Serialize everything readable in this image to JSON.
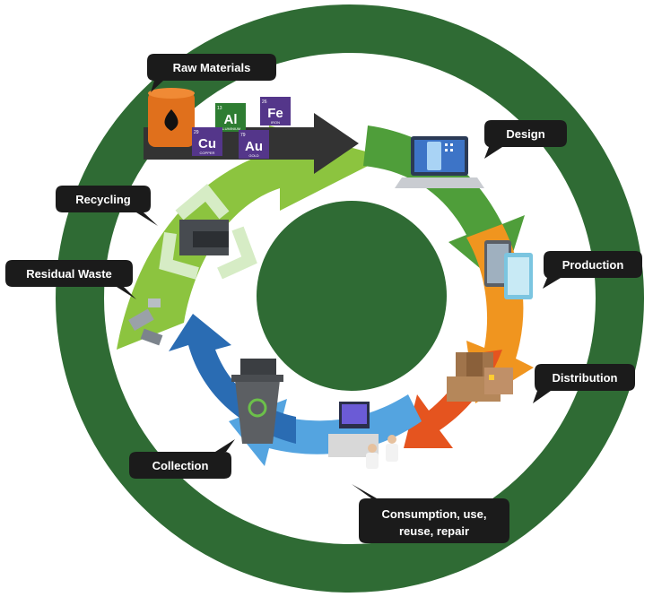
{
  "stages": {
    "raw_materials": "Raw Materials",
    "design": "Design",
    "production": "Production",
    "distribution": "Distribution",
    "consumption_line1": "Consumption, use,",
    "consumption_line2": "reuse, repair",
    "collection": "Collection",
    "residual_waste": "Residual Waste",
    "recycling": "Recycling"
  },
  "elements": {
    "al": "Al",
    "fe": "Fe",
    "cu": "Cu",
    "au": "Au",
    "al_sub": "ALUMINIUM",
    "fe_sub": "IRON",
    "cu_sub": "COPPER",
    "au_sub": "GOLD",
    "al_num": "13",
    "fe_num": "26",
    "cu_num": "29",
    "au_num": "79"
  },
  "colors": {
    "outer_ring": "#2f6b34",
    "center_disc": "#2f6b34",
    "arrow_light_green": "#8cc43f",
    "arrow_green": "#4f9e3a",
    "arrow_orange": "#f0951f",
    "arrow_red_orange": "#e5541f",
    "arrow_light_blue": "#54a4e0",
    "arrow_blue": "#2a6cb3",
    "label_bg": "#1b1b1b",
    "element_purple": "#54368a",
    "element_green": "#2e7d32"
  }
}
